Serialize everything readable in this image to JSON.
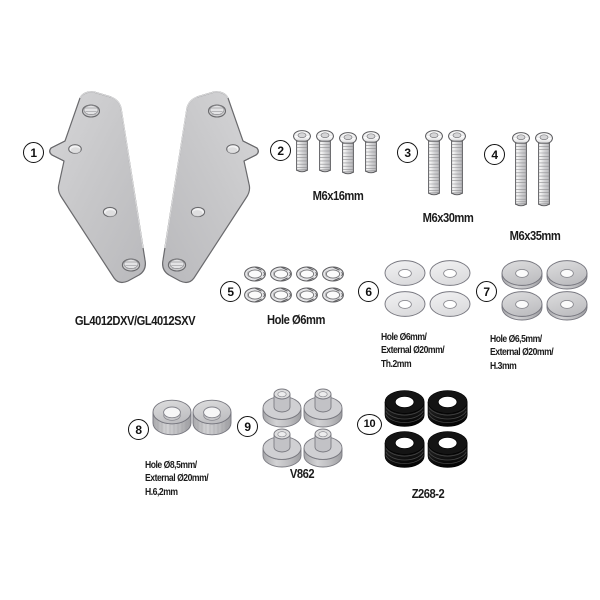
{
  "document": {
    "type": "exploded-parts-diagram",
    "background": "#ffffff",
    "ink": "#1b1b1b"
  },
  "palette": {
    "metal_light": "#e9e9ea",
    "metal_mid": "#c9c9cb",
    "metal_dark": "#a9a9ac",
    "outline": "#5d5d60",
    "rubber_black": "#141414",
    "badge_border": "#111111"
  },
  "items": [
    {
      "index": "1",
      "name": "mounting-brackets",
      "caption": "GL4012DXV/GL4012SXV",
      "quantity": 2,
      "holes_per_bracket": 4,
      "material": "aluminium-plate"
    },
    {
      "index": "2",
      "name": "screws-m6x16",
      "caption": "M6x16mm",
      "quantity": 4,
      "head": "button-head-hex-socket"
    },
    {
      "index": "3",
      "name": "screws-m6x30",
      "caption": "M6x30mm",
      "quantity": 2,
      "head": "button-head-hex-socket"
    },
    {
      "index": "4",
      "name": "screws-m6x35",
      "caption": "M6x35mm",
      "quantity": 2,
      "head": "button-head-hex-socket"
    },
    {
      "index": "5",
      "name": "split-lock-washers",
      "caption": "Hole Ø6mm",
      "quantity": 8,
      "kind": "split-lock-washer"
    },
    {
      "index": "6",
      "name": "flat-washers-thin",
      "caption": "Hole Ø6mm/\nExternal Ø20mm/\nTh.2mm",
      "quantity": 4,
      "kind": "flat-washer"
    },
    {
      "index": "7",
      "name": "flat-washers-thick",
      "caption": "Hole Ø6,5mm/\nExternal Ø20mm/\nH.3mm",
      "quantity": 4,
      "kind": "flat-washer"
    },
    {
      "index": "8",
      "name": "spacers-h62",
      "caption": "Hole Ø8,5mm/\nExternal Ø20mm/\nH.6,2mm",
      "quantity": 2,
      "kind": "cylindrical-spacer"
    },
    {
      "index": "9",
      "name": "stepped-bushings-v862",
      "caption": "V862",
      "quantity": 4,
      "kind": "stepped-bushing"
    },
    {
      "index": "10",
      "name": "rubber-bushings-z268-2",
      "caption": "Z268-2",
      "quantity": 4,
      "kind": "ribbed-rubber-bushing"
    }
  ]
}
